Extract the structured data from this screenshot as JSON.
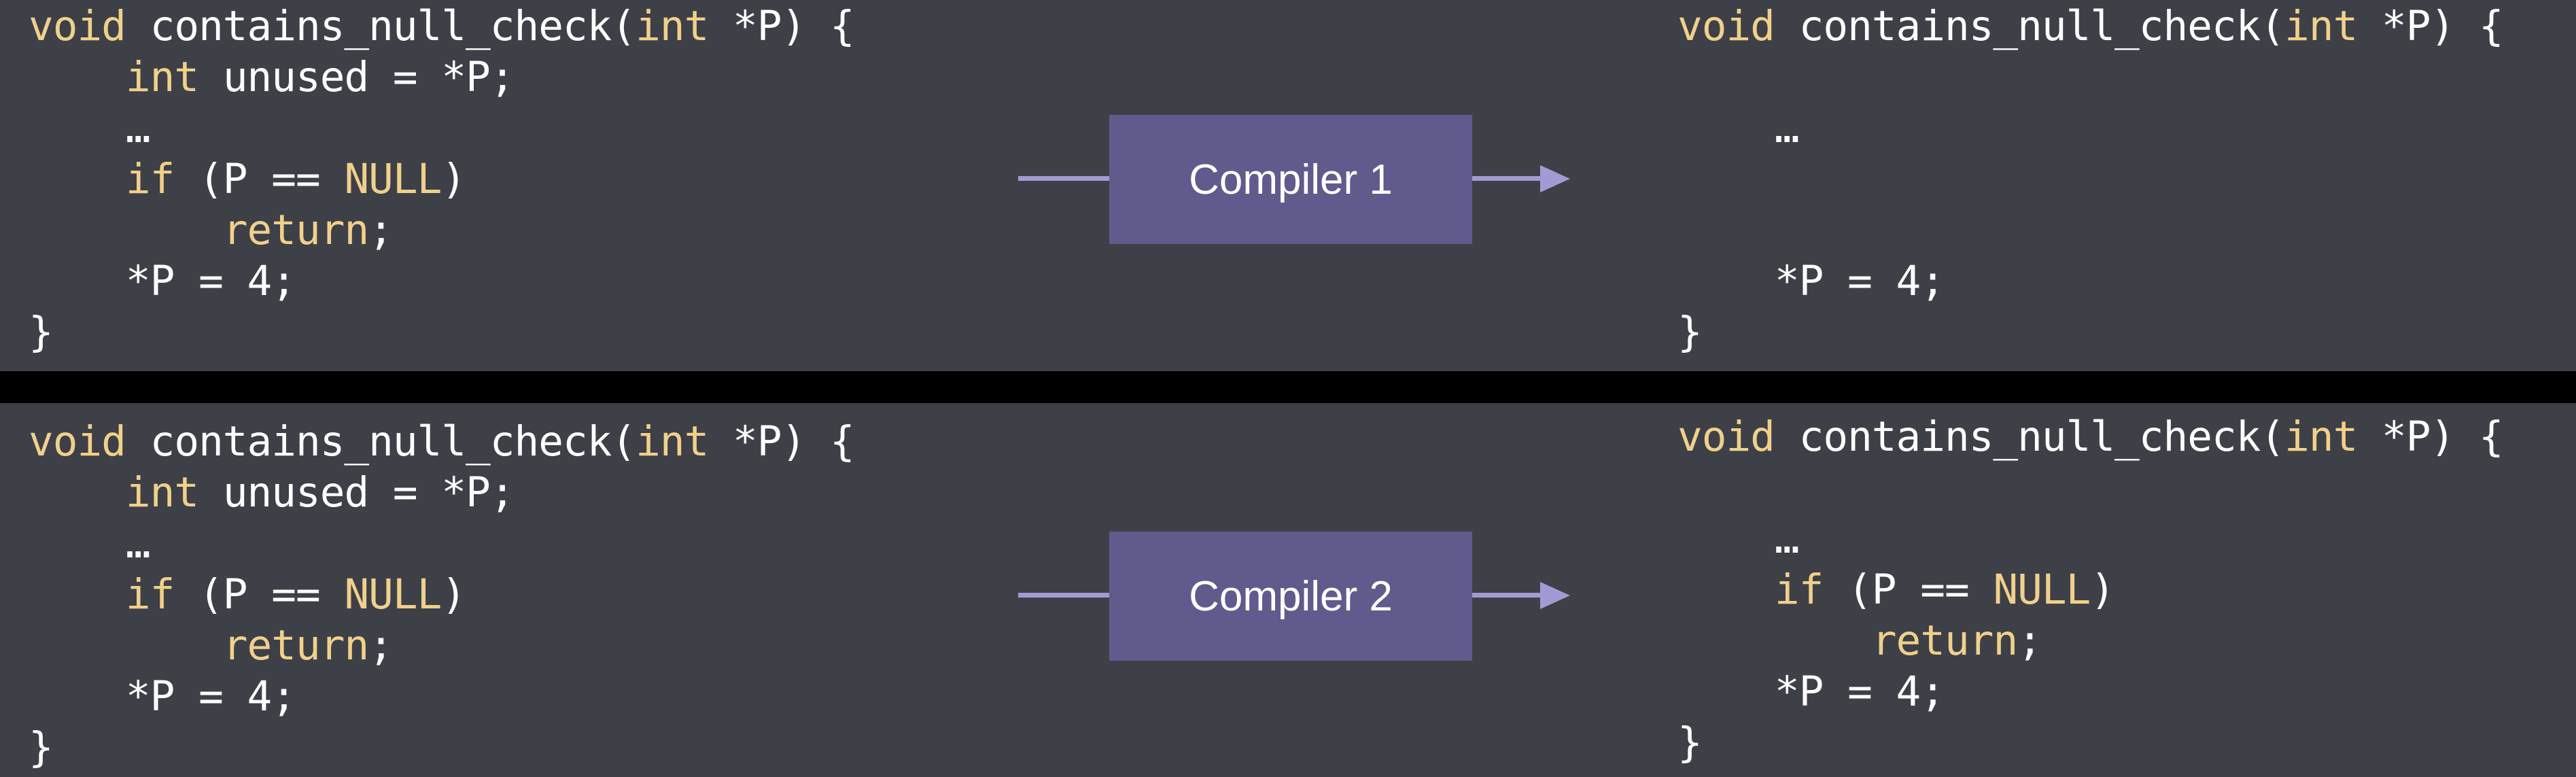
{
  "colors": {
    "panel_bg": "#3e4047",
    "divider": "#000000",
    "keyword": "#f1d08b",
    "text": "#ffffff",
    "compiler_box": "#615a8d",
    "arrow": "#a29bd3"
  },
  "rows": [
    {
      "compiler_label": "Compiler 1",
      "input_code": [
        [
          {
            "t": "void",
            "k": true
          },
          {
            "t": " contains_null_check("
          },
          {
            "t": "int",
            "k": true
          },
          {
            "t": " *P) {"
          }
        ],
        [
          {
            "t": "    "
          },
          {
            "t": "int",
            "k": true
          },
          {
            "t": " unused = *P;"
          }
        ],
        [
          {
            "t": "    …"
          }
        ],
        [
          {
            "t": "    "
          },
          {
            "t": "if",
            "k": true
          },
          {
            "t": " (P == "
          },
          {
            "t": "NULL",
            "k": true
          },
          {
            "t": ")"
          }
        ],
        [
          {
            "t": "        "
          },
          {
            "t": "return",
            "k": true
          },
          {
            "t": ";"
          }
        ],
        [
          {
            "t": "    *P = 4;"
          }
        ],
        [
          {
            "t": "}"
          }
        ]
      ],
      "output_code": [
        [
          {
            "t": "void",
            "k": true
          },
          {
            "t": " contains_null_check("
          },
          {
            "t": "int",
            "k": true
          },
          {
            "t": " *P) {"
          }
        ],
        [
          {
            "t": ""
          }
        ],
        [
          {
            "t": "    …"
          }
        ],
        [
          {
            "t": ""
          }
        ],
        [
          {
            "t": ""
          }
        ],
        [
          {
            "t": "    *P = 4;"
          }
        ],
        [
          {
            "t": "}"
          }
        ]
      ]
    },
    {
      "compiler_label": "Compiler 2",
      "input_code": [
        [
          {
            "t": "void",
            "k": true
          },
          {
            "t": " contains_null_check("
          },
          {
            "t": "int",
            "k": true
          },
          {
            "t": " *P) {"
          }
        ],
        [
          {
            "t": "    "
          },
          {
            "t": "int",
            "k": true
          },
          {
            "t": " unused = *P;"
          }
        ],
        [
          {
            "t": "    …"
          }
        ],
        [
          {
            "t": "    "
          },
          {
            "t": "if",
            "k": true
          },
          {
            "t": " (P == "
          },
          {
            "t": "NULL",
            "k": true
          },
          {
            "t": ")"
          }
        ],
        [
          {
            "t": "        "
          },
          {
            "t": "return",
            "k": true
          },
          {
            "t": ";"
          }
        ],
        [
          {
            "t": "    *P = 4;"
          }
        ],
        [
          {
            "t": "}"
          }
        ]
      ],
      "output_code": [
        [
          {
            "t": "void",
            "k": true
          },
          {
            "t": " contains_null_check("
          },
          {
            "t": "int",
            "k": true
          },
          {
            "t": " *P) {"
          }
        ],
        [
          {
            "t": ""
          }
        ],
        [
          {
            "t": "    …"
          }
        ],
        [
          {
            "t": "    "
          },
          {
            "t": "if",
            "k": true
          },
          {
            "t": " (P == "
          },
          {
            "t": "NULL",
            "k": true
          },
          {
            "t": ")"
          }
        ],
        [
          {
            "t": "        "
          },
          {
            "t": "return",
            "k": true
          },
          {
            "t": ";"
          }
        ],
        [
          {
            "t": "    *P = 4;"
          }
        ],
        [
          {
            "t": "}"
          }
        ]
      ]
    }
  ]
}
